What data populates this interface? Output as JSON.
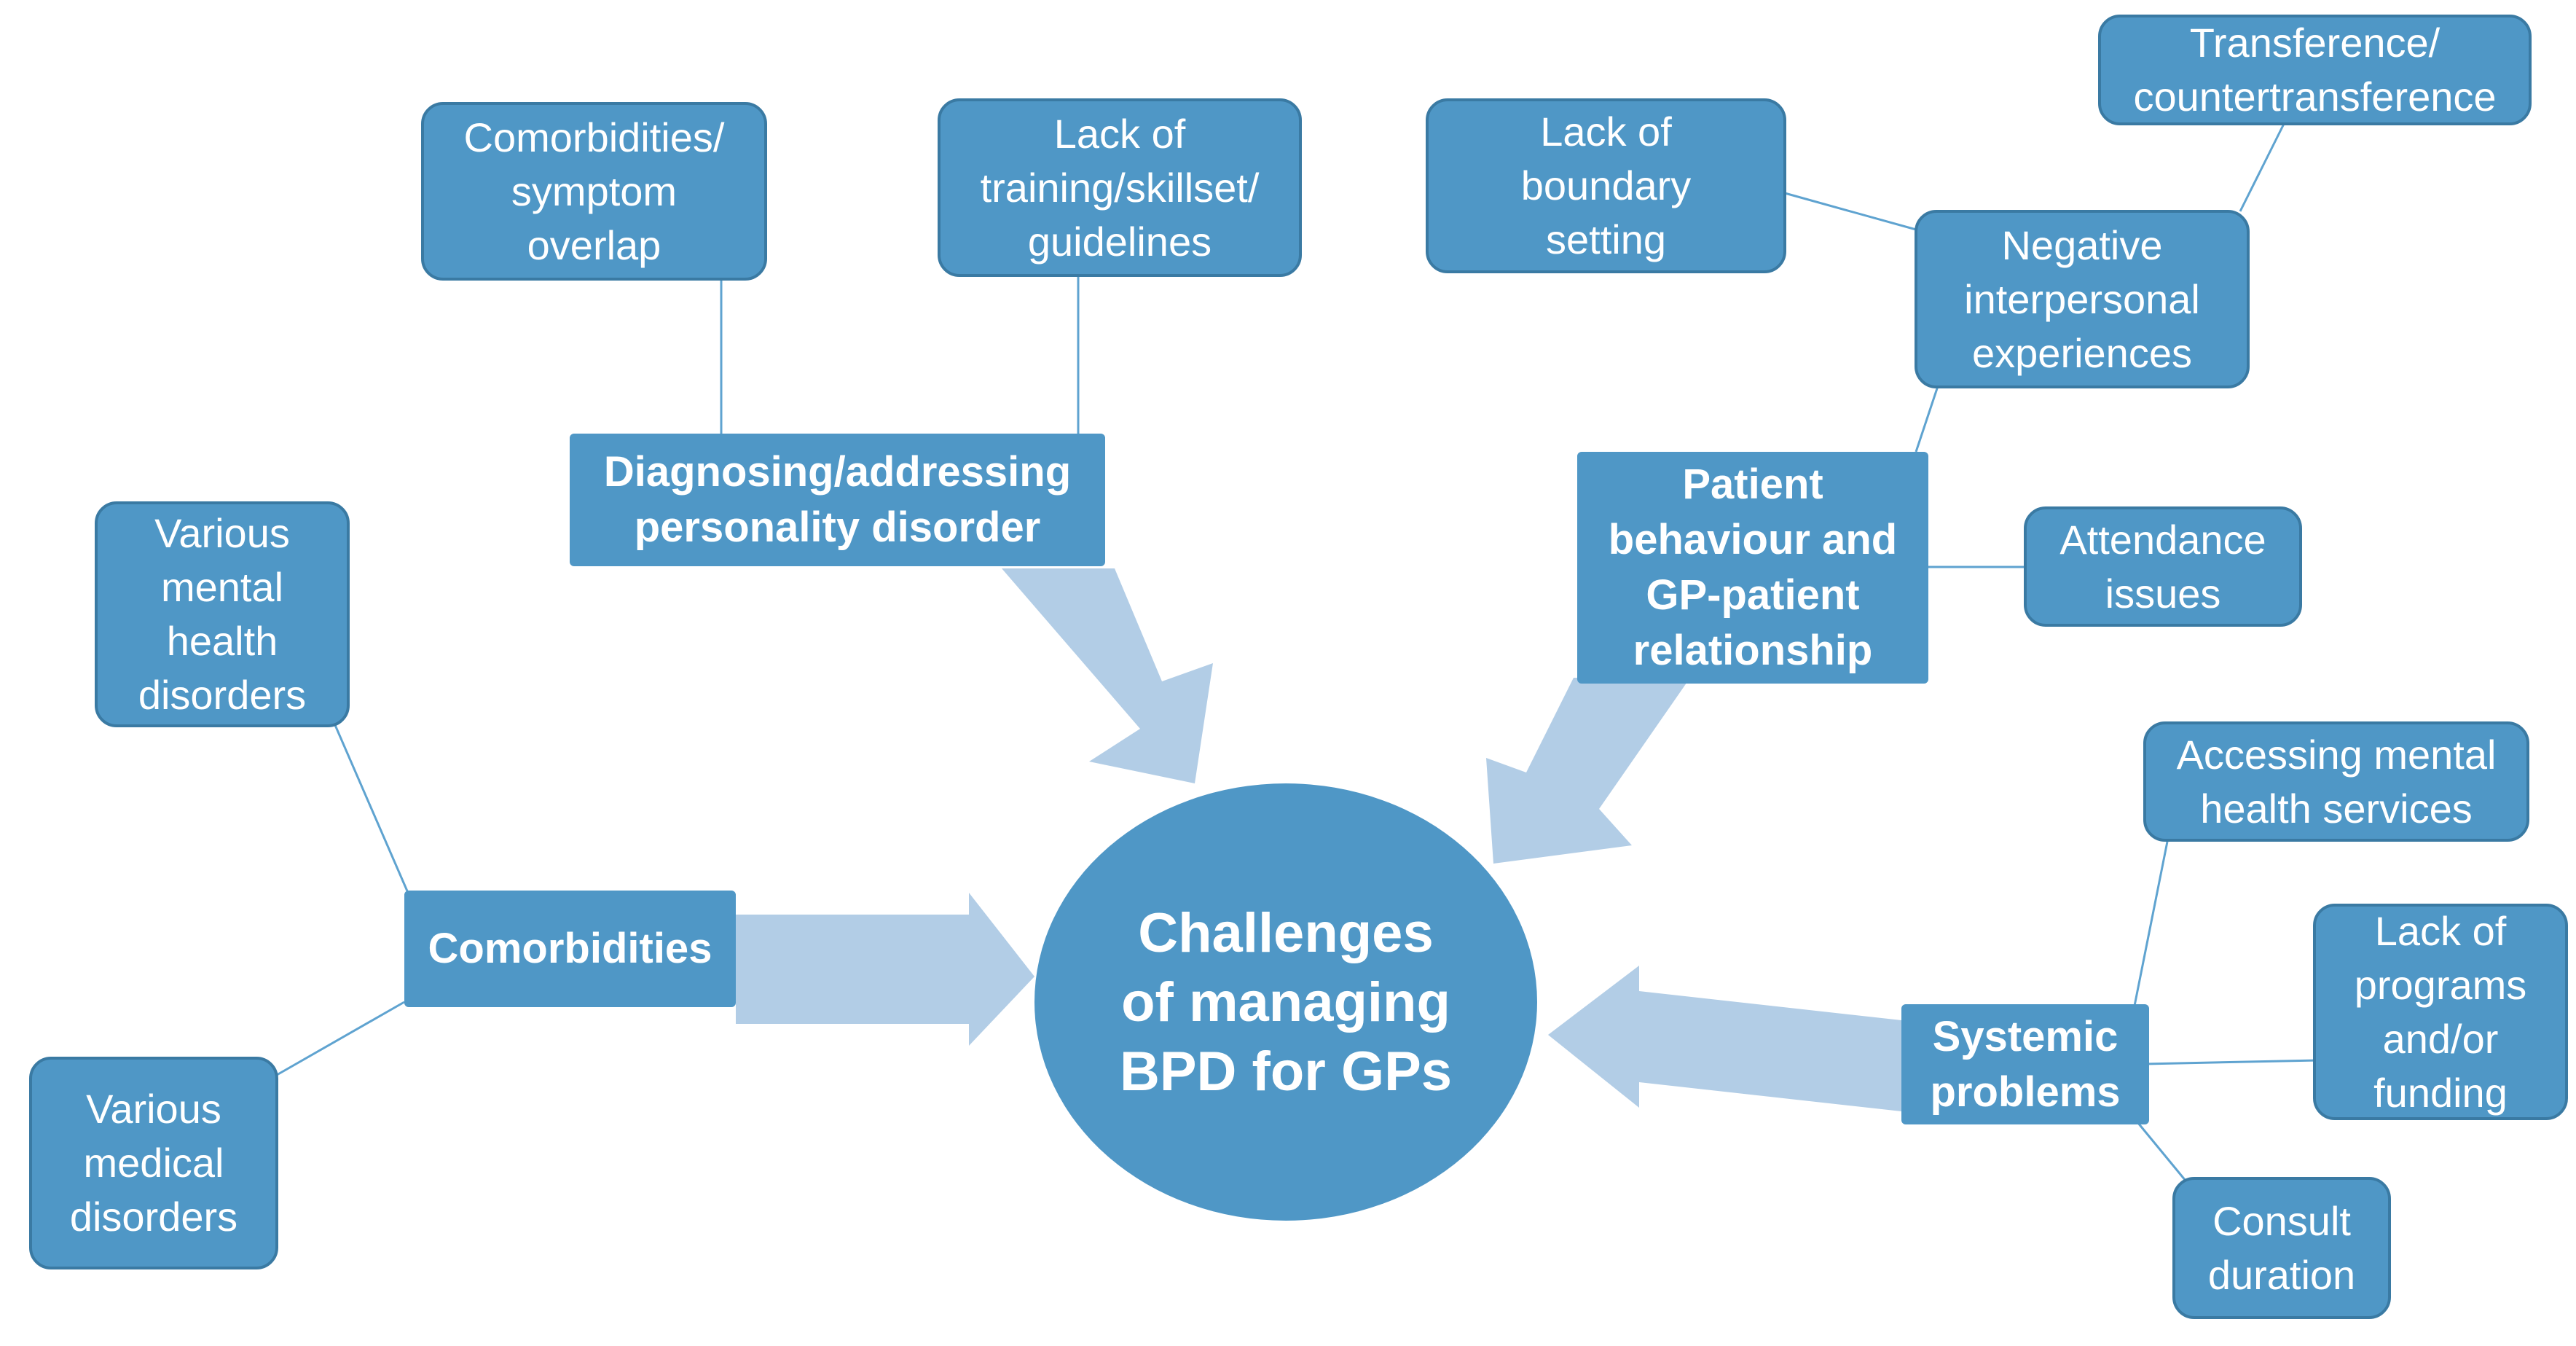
{
  "center": {
    "label": "Challenges\nof managing\nBPD for GPs"
  },
  "categories": {
    "diagnosing": "Diagnosing/addressing\npersonality disorder",
    "patient": "Patient\nbehaviour and\nGP-patient\nrelationship",
    "comorbidities": "Comorbidities",
    "systemic": "Systemic\nproblems"
  },
  "leaves": {
    "comorbidities_symptom_overlap": "Comorbidities/\nsymptom\noverlap",
    "lack_of_training": "Lack of\ntraining/skillset/\nguidelines",
    "lack_of_boundary_setting": "Lack of\nboundary\nsetting",
    "transference": "Transference/\ncountertransference",
    "negative_interpersonal": "Negative\ninterpersonal\nexperiences",
    "attendance_issues": "Attendance\nissues",
    "various_mental_health": "Various\nmental\nhealth\ndisorders",
    "various_medical": "Various\nmedical\ndisorders",
    "accessing_services": "Accessing mental\nhealth services",
    "lack_of_programs": "Lack of\nprograms\nand/or\nfunding",
    "consult_duration": "Consult\nduration"
  },
  "colors": {
    "node_fill": "#4f97c6",
    "node_border": "#3a7aa3",
    "arrow_fill": "#b2cde6",
    "link_line": "#5fa3d0"
  }
}
